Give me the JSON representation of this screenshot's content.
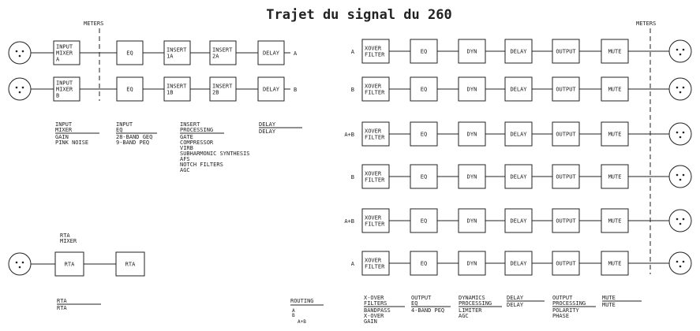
{
  "title": "Trajet du signal du 260",
  "meters_label": "METERS",
  "input_section": {
    "channels": [
      {
        "label": "A",
        "blocks": [
          "INPUT\nMIXER\nA",
          "EQ",
          "INSERT\n1A",
          "INSERT\n2A",
          "DELAY"
        ]
      },
      {
        "label": "B",
        "blocks": [
          "INPUT\nMIXER\nB",
          "EQ",
          "INSERT\n1B",
          "INSERT\n2B",
          "DELAY"
        ]
      }
    ],
    "legend": [
      {
        "heading": "INPUT\nMIXER",
        "items": [
          "GAIN",
          "PINK NOISE"
        ]
      },
      {
        "heading": "INPUT\nEQ",
        "items": [
          "28-BAND GEQ",
          "9-BAND PEQ"
        ]
      },
      {
        "heading": "INSERT\nPROCESSING",
        "items": [
          "GATE",
          "COMPRESSOR",
          "VIRB",
          "SUBHARMONIC SYNTHESIS",
          "AFS",
          "NOTCH FILTERS",
          "AGC"
        ]
      },
      {
        "heading": "DELAY",
        "items": [
          "DELAY"
        ]
      }
    ]
  },
  "output_section": {
    "rows": [
      {
        "label": "A",
        "blocks": [
          "XOVER\nFILTER",
          "EQ",
          "DYN",
          "DELAY",
          "OUTPUT",
          "MUTE"
        ]
      },
      {
        "label": "B",
        "blocks": [
          "XOVER\nFILTER",
          "EQ",
          "DYN",
          "DELAY",
          "OUTPUT",
          "MUTE"
        ]
      },
      {
        "label": "A+B",
        "blocks": [
          "XOVER\nFILTER",
          "EQ",
          "DYN",
          "DELAY",
          "OUTPUT",
          "MUTE"
        ]
      },
      {
        "label": "B",
        "blocks": [
          "XOVER\nFILTER",
          "EQ",
          "DYN",
          "DELAY",
          "OUTPUT",
          "MUTE"
        ]
      },
      {
        "label": "A+B",
        "blocks": [
          "XOVER\nFILTER",
          "EQ",
          "DYN",
          "DELAY",
          "OUTPUT",
          "MUTE"
        ]
      },
      {
        "label": "A",
        "blocks": [
          "XOVER\nFILTER",
          "EQ",
          "DYN",
          "DELAY",
          "OUTPUT",
          "MUTE"
        ]
      }
    ],
    "legend": [
      {
        "heading": "ROUTING",
        "items": [
          "A",
          "B",
          "A+B"
        ]
      },
      {
        "heading": "X-OVER\nFILTERS",
        "items": [
          "BANDPASS",
          "X-OVER",
          "GAIN"
        ]
      },
      {
        "heading": "OUTPUT\nEQ",
        "items": [
          "4-BAND PEQ"
        ]
      },
      {
        "heading": "DYNAMICS\nPROCESSING",
        "items": [
          "LIMITER",
          "AGC"
        ]
      },
      {
        "heading": "DELAY",
        "items": [
          "DELAY"
        ]
      },
      {
        "heading": "OUTPUT\nPROCESSING",
        "items": [
          "POLARITY",
          "PHASE"
        ]
      },
      {
        "heading": "MUTE",
        "items": [
          "MUTE"
        ]
      }
    ]
  },
  "rta_section": {
    "heading": "RTA\nMIXER",
    "blocks": [
      "RTA",
      "RTA"
    ],
    "legend": {
      "heading": "RTA",
      "items": [
        "RTA"
      ]
    }
  }
}
